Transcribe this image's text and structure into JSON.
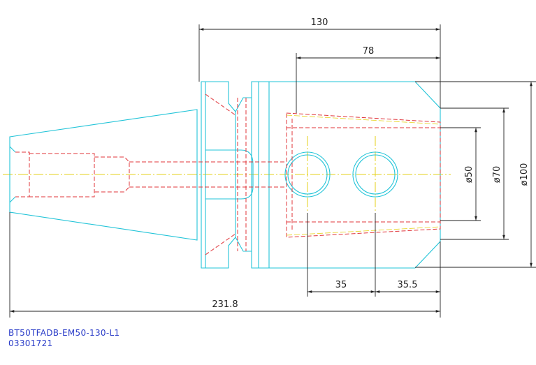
{
  "dimensions": {
    "overall_length": "130",
    "bore_depth": "78",
    "total_length": "231.8",
    "hole_spacing_a": "35",
    "hole_spacing_b": "35.5",
    "dia_inner": "ø50",
    "dia_mid": "ø70",
    "dia_outer": "ø100"
  },
  "caption": {
    "model": "BT50TFADB-EM50-130-L1",
    "code": "03301721"
  },
  "colors": {
    "outline": "#22c4d8",
    "hidden": "#e0343a",
    "centerline": "#e6d21a",
    "dimension": "#222222",
    "caption": "#2a3cc8"
  }
}
